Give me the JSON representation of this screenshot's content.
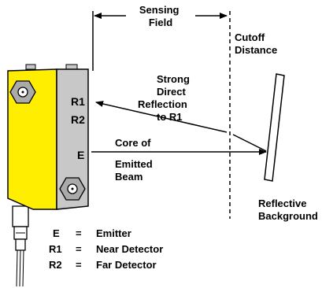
{
  "labels": {
    "sensing_field": [
      "Sensing",
      "Field"
    ],
    "cutoff_distance": [
      "Cutoff",
      "Distance"
    ],
    "strong_reflection": [
      "Strong",
      "Direct",
      "Reflection",
      "to R1"
    ],
    "core_beam": [
      "Core of",
      "Emitted",
      "Beam"
    ],
    "reflective_background": [
      "Reflective",
      "Background"
    ],
    "sensor_r1": "R1",
    "sensor_r2": "R2",
    "sensor_e": "E"
  },
  "legend": [
    {
      "key": "E",
      "eq": "=",
      "value": "Emitter"
    },
    {
      "key": "R1",
      "eq": "=",
      "value": "Near Detector"
    },
    {
      "key": "R2",
      "eq": "=",
      "value": "Far Detector"
    }
  ],
  "colors": {
    "sensor_body": "#ffee00",
    "sensor_face": "#c8c8c8",
    "line": "#000000"
  }
}
